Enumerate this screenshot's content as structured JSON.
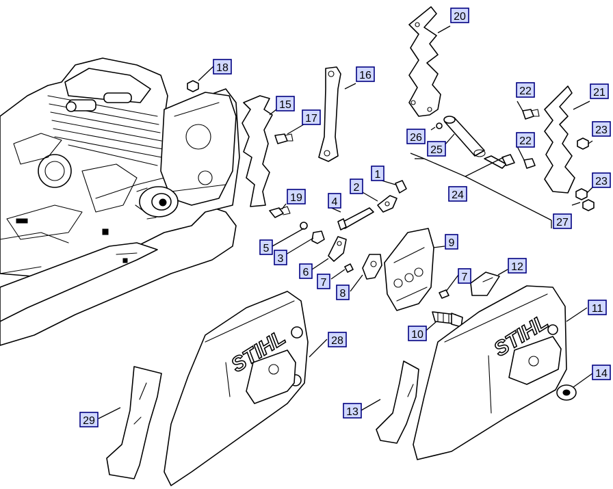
{
  "diagram": {
    "callout_fill": "#d0d8ff",
    "callout_border": "#000080",
    "callouts": [
      "1",
      "2",
      "3",
      "4",
      "5",
      "6",
      "7",
      "7",
      "8",
      "9",
      "10",
      "11",
      "12",
      "13",
      "14",
      "15",
      "16",
      "17",
      "18",
      "19",
      "20",
      "21",
      "22",
      "22",
      "23",
      "23",
      "24",
      "25",
      "26",
      "27",
      "28",
      "29"
    ],
    "brand_text": "STIHL"
  }
}
